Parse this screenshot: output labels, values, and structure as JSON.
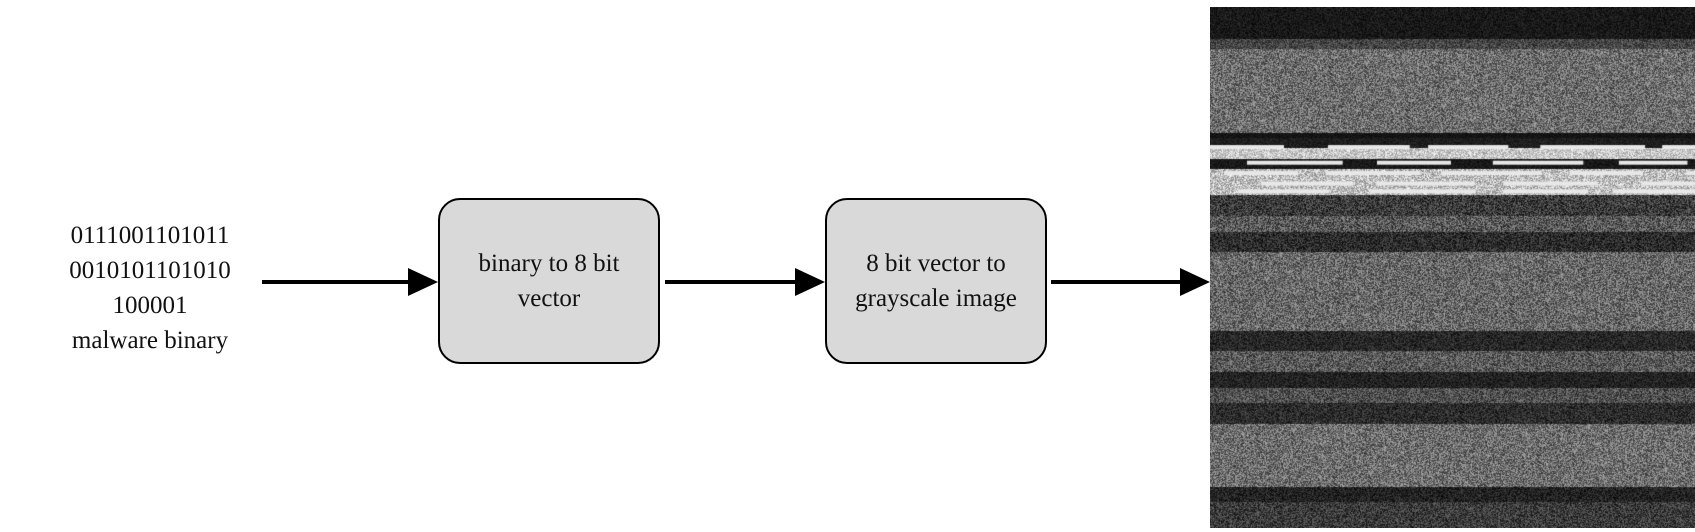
{
  "input": {
    "lines": [
      "0111001101011",
      "0010101101010",
      "100001",
      "malware binary"
    ]
  },
  "steps": [
    {
      "label": "binary to 8 bit vector"
    },
    {
      "label": "8 bit vector to grayscale image"
    }
  ],
  "output": {
    "icon": "grayscale-image-icon"
  },
  "colors": {
    "box_fill": "#d9d9d9",
    "stroke": "#000000",
    "image_dark": "#1a1a1a"
  }
}
